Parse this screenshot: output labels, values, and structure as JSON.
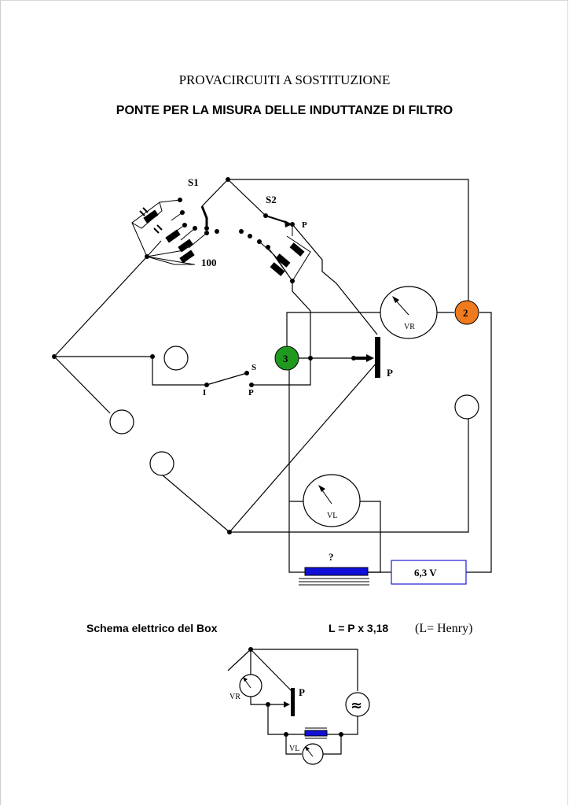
{
  "document": {
    "title": "PROVACIRCUITI A SOSTITUZIONE",
    "subtitle": "PONTE PER LA MISURA DELLE INDUTTANZE DI FILTRO",
    "caption": "Schema elettrico del Box",
    "formula": "L = P x 3,18",
    "formula_unit": "(L= Henry)"
  },
  "schematic": {
    "s1_label": "S1",
    "s2_label": "S2",
    "s2_p_label": "P",
    "resistor_label": "100",
    "vr_label": "VR",
    "vl_label": "VL",
    "terminal_2": "2",
    "terminal_3": "3",
    "pot_label": "P",
    "switch_s": "S",
    "switch_i": "I",
    "switch_p": "P",
    "unknown_label": "?",
    "supply_label": "6,3 V"
  },
  "box_schematic": {
    "vr_label": "VR",
    "vl_label": "VL",
    "pot_label": "P",
    "source_symbol": "≈"
  },
  "colors": {
    "terminal_2": "#f07a1e",
    "terminal_3": "#1f9a1f",
    "inductor": "#1010d8",
    "supply_border": "#1a1ad8",
    "line": "#000000"
  }
}
